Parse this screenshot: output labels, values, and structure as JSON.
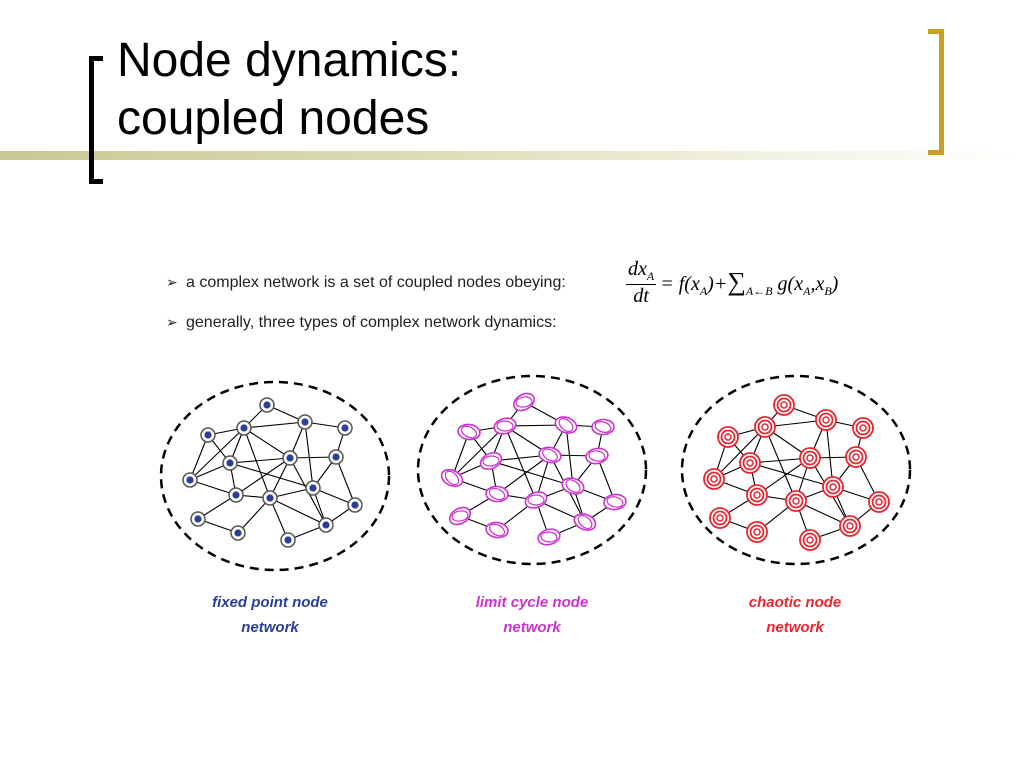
{
  "slide": {
    "title_line1": "Node dynamics:",
    "title_line2": "coupled nodes"
  },
  "bullets": [
    {
      "text": "a complex network is a set of coupled nodes obeying:"
    },
    {
      "text": "generally, three types of complex network dynamics:"
    }
  ],
  "equation": {
    "numerator": "dx",
    "numerator_sub": "A",
    "denominator": "dt",
    "f_part": "= f(x",
    "f_sub": "A",
    "f_close": ")+",
    "sigma": "∑",
    "sigma_sub": "A←B",
    "g_part": " g(x",
    "g_sub1": "A",
    "g_mid": ",x",
    "g_sub2": "B",
    "g_close": ")"
  },
  "networks": [
    {
      "caption_line1": "fixed point node",
      "caption_line2": "network",
      "color": "#2a3f95",
      "node_style": "fixed-point"
    },
    {
      "caption_line1": "limit cycle node",
      "caption_line2": "network",
      "color": "#cc33cc",
      "node_style": "limit-cycle"
    },
    {
      "caption_line1": "chaotic node",
      "caption_line2": "network",
      "color": "#e8262f",
      "node_style": "chaotic"
    }
  ],
  "colors": {
    "bracket_left": "#000000",
    "bracket_right": "#c9a021",
    "accent_bar": "#c8c896"
  }
}
